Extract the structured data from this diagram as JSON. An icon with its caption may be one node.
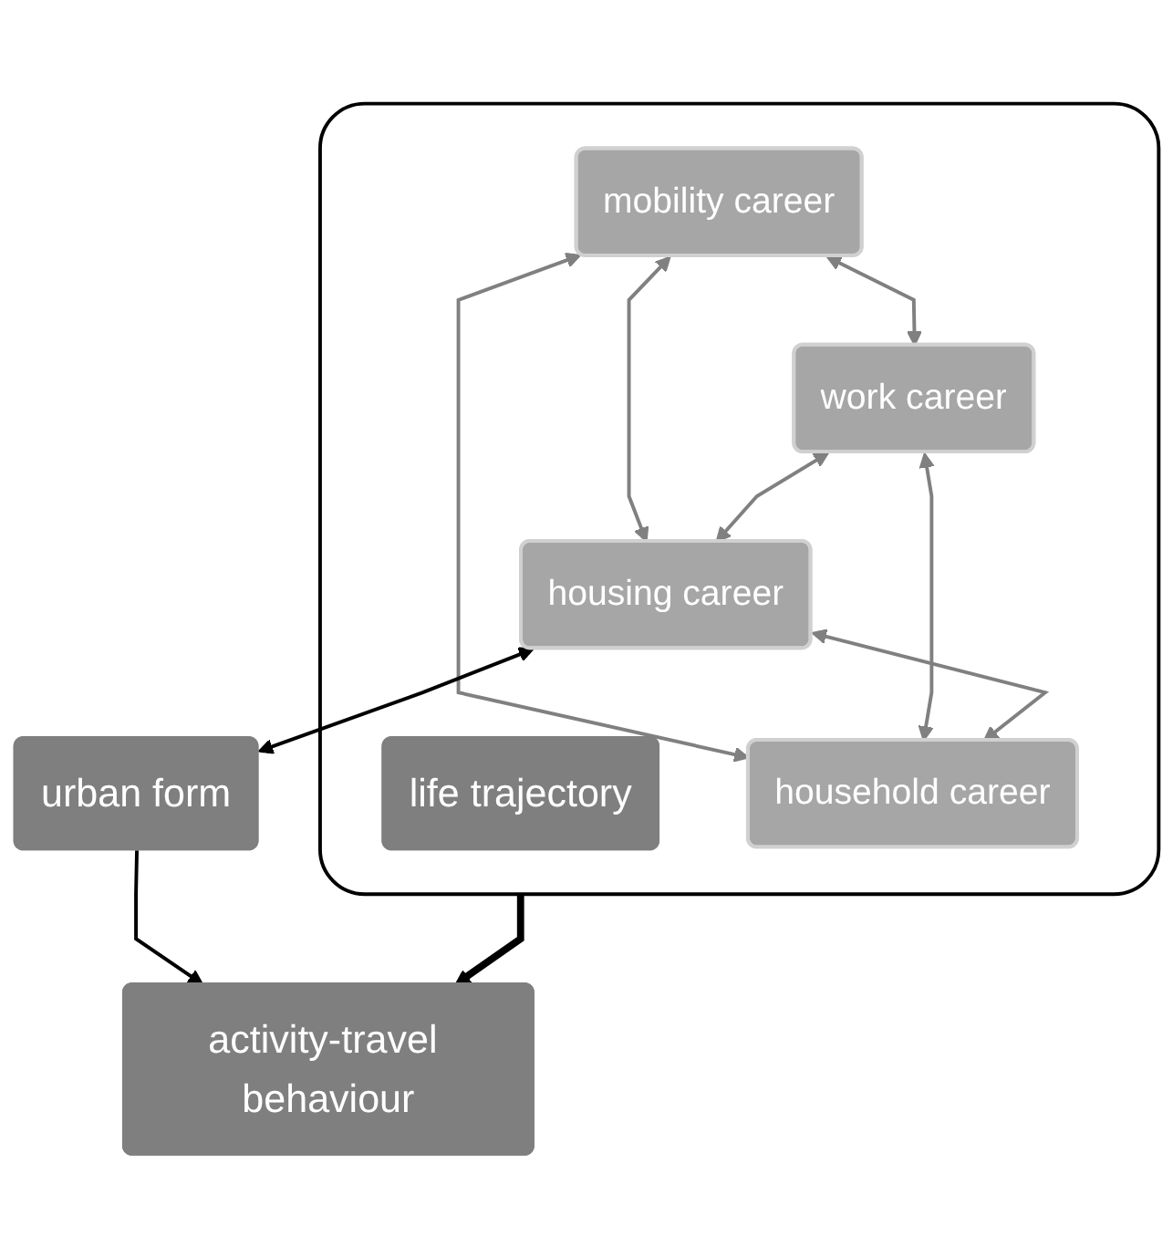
{
  "diagram": {
    "nodes": [
      {
        "text": [],
        "shape": "box"
      },
      {
        "text": [
          "life trajectory"
        ],
        "in": 0
      },
      {
        "text": [
          "mobility career"
        ],
        "in": 0
      },
      {
        "text": [
          "work career"
        ],
        "in": 0
      },
      {
        "text": [
          "housing career"
        ],
        "in": 0
      },
      {
        "text": [
          "household career"
        ],
        "in": 0
      },
      {
        "text": [
          "urban form"
        ]
      },
      {
        "text": [
          "activity-travel behaviour"
        ]
      }
    ],
    "edges": [
      {
        "from": 2,
        "to": 3,
        "arrow": "both"
      },
      {
        "from": 2,
        "to": 4,
        "arrow": "both"
      },
      {
        "from": 2,
        "to": 5,
        "arrow": "both"
      },
      {
        "from": 3,
        "to": 4,
        "arrow": "both"
      },
      {
        "from": 3,
        "to": 5,
        "arrow": "both"
      },
      {
        "from": 4,
        "to": 5,
        "arrow": "both"
      },
      {
        "from": 4,
        "to": 6,
        "arrow": "both",
        "color": "#000000"
      },
      {
        "from": 0,
        "to": 7,
        "arrow": "to",
        "style": "thick",
        "color": "#000000"
      },
      {
        "from": 6,
        "to": 7,
        "arrow": "to",
        "color": "#000000"
      }
    ]
  }
}
